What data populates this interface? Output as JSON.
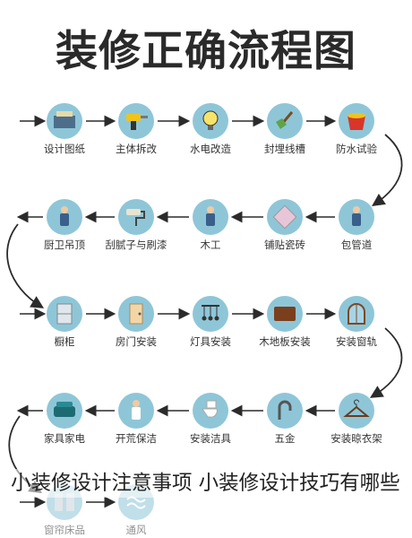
{
  "title": "装修正确流程图",
  "colors": {
    "circle": "#8ec6d8",
    "arrow": "#2b2b2b",
    "text": "#333333"
  },
  "rows": [
    {
      "direction": "right",
      "steps": [
        {
          "label": "设计图纸",
          "icon": "blueprints-icon"
        },
        {
          "label": "主体拆改",
          "icon": "power-drill-icon"
        },
        {
          "label": "水电改造",
          "icon": "light-bulb-icon"
        },
        {
          "label": "封埋线槽",
          "icon": "shovel-icon"
        },
        {
          "label": "防水试验",
          "icon": "paint-bucket-icon"
        }
      ]
    },
    {
      "direction": "left",
      "steps": [
        {
          "label": "包管道",
          "icon": "plumber-icon"
        },
        {
          "label": "铺贴瓷砖",
          "icon": "tile-icon"
        },
        {
          "label": "木工",
          "icon": "carpenter-icon"
        },
        {
          "label": "刮腻子与刷漆",
          "icon": "paint-roller-icon"
        },
        {
          "label": "厨卫吊顶",
          "icon": "ceiling-worker-icon"
        }
      ]
    },
    {
      "direction": "right",
      "steps": [
        {
          "label": "橱柜",
          "icon": "cabinet-icon"
        },
        {
          "label": "房门安装",
          "icon": "door-icon"
        },
        {
          "label": "灯具安装",
          "icon": "pendant-lamp-icon"
        },
        {
          "label": "木地板安装",
          "icon": "wood-floor-icon"
        },
        {
          "label": "安装窗轨",
          "icon": "window-icon"
        }
      ]
    },
    {
      "direction": "left",
      "steps": [
        {
          "label": "安装晾衣架",
          "icon": "clothes-hanger-icon"
        },
        {
          "label": "五金",
          "icon": "faucet-icon"
        },
        {
          "label": "安装洁具",
          "icon": "toilet-icon"
        },
        {
          "label": "开荒保洁",
          "icon": "cleaner-icon"
        },
        {
          "label": "家具家电",
          "icon": "sofa-icon"
        }
      ]
    },
    {
      "direction": "right",
      "steps": [
        {
          "label": "窗帘床品",
          "icon": "curtain-icon"
        },
        {
          "label": "通风",
          "icon": "ventilation-icon"
        }
      ]
    }
  ],
  "caption": "小装修设计注意事项 小装修设计技巧有哪些"
}
